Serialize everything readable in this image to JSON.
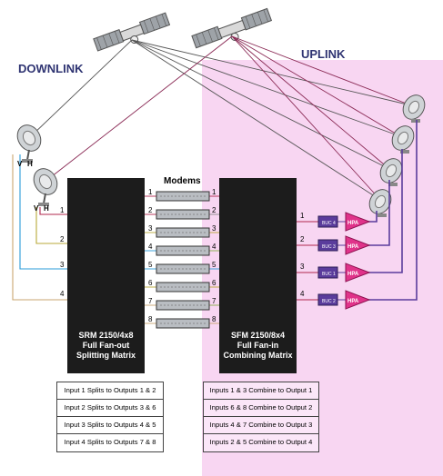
{
  "titles": {
    "downlink": "DOWNLINK",
    "uplink": "UPLINK",
    "modems": "Modems"
  },
  "srm": {
    "line1": "SRM 2150/4x8",
    "line2": "Full Fan-out",
    "line3": "Splitting Matrix",
    "input_labels": [
      "1",
      "2",
      "3",
      "4"
    ]
  },
  "sfm": {
    "line1": "SFM 2150/8x4",
    "line2": "Full Fan-in",
    "line3": "Combining Matrix",
    "output_labels": [
      "1",
      "2",
      "3",
      "4"
    ]
  },
  "modem_numbers": [
    "1",
    "2",
    "3",
    "4",
    "5",
    "6",
    "7",
    "8"
  ],
  "buc_labels": [
    "BUC 4",
    "BUC 3",
    "BUC 1",
    "BUC 2"
  ],
  "hpa_label": "HPA",
  "antenna_pol": [
    "V",
    "H",
    "V",
    "H"
  ],
  "legend_left": [
    "Input 1 Splits to Outputs 1 & 2",
    "Input 2 Splits to Outputs 3 & 6",
    "Input 3 Splits to Outputs 4 & 5",
    "Input 4 Splits to Outputs 7 & 8"
  ],
  "legend_right": [
    "Inputs 1 & 3 Combine to Output 1",
    "Inputs 6 & 8 Combine to Output 2",
    "Inputs 4 & 7 Combine to Output 3",
    "Inputs 2 & 5 Combine to Output 4"
  ],
  "colors": {
    "uplink_pink": "#f8d6f2",
    "matrix_black": "#1c1c1c",
    "hpa_magenta": "#e0338a",
    "buc_purple": "#5a3c9c",
    "title_navy": "#2f3472",
    "line_red": "#b0284e",
    "line_cyan": "#2a9bd8",
    "line_olive": "#b8a838",
    "line_tan": "#c9a571",
    "line_grey": "#8a8a8a",
    "line_green": "#86ae4a"
  }
}
